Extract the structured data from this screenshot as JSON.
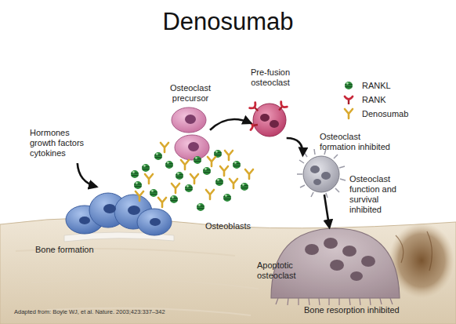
{
  "diagram": {
    "title": "Denosumab",
    "caption": "Adapted from: Boyle WJ, et al. Nature. 2003;423:337–342",
    "nodes": [
      {
        "text": [
          "Osteoclast precursor"
        ]
      },
      {
        "text": [
          "Pre-fusion osteoclast"
        ]
      },
      {
        "text": [
          "Hormones growth factors cytokines"
        ]
      },
      {
        "text": [
          "Osteoclast formation inhibited"
        ]
      },
      {
        "text": [
          "Osteoblasts",
          "Bone formation"
        ]
      },
      {
        "text": [
          "Apoptotic osteoclast",
          "Bone resorption inhibited"
        ]
      }
    ],
    "edges": [
      {
        "from": 0,
        "to": 1,
        "arrow": "to"
      },
      {
        "from": 1,
        "to": 3,
        "arrow": "to"
      },
      {
        "from": 3,
        "to": 5,
        "arrow": "to",
        "label": "Osteoclast function and survival inhibited"
      },
      {
        "from": 2,
        "to": 4,
        "arrow": "to"
      }
    ],
    "legend": [
      {
        "text": "RANKL"
      },
      {
        "text": "RANK"
      },
      {
        "text": "Denosumab"
      }
    ]
  }
}
